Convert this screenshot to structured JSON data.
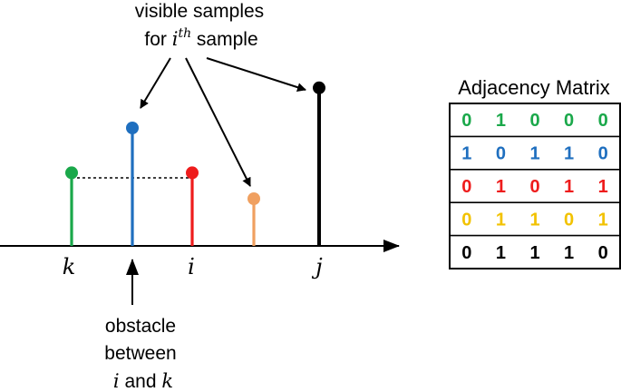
{
  "diagram": {
    "top_annotation": {
      "line1": "visible samples",
      "line2_prefix": "for ",
      "line2_var": "i",
      "line2_sup": "th",
      "line2_suffix": " sample"
    },
    "bottom_annotation": {
      "line1": "obstacle",
      "line2": "between",
      "line3_a": "i",
      "line3_and": " and ",
      "line3_b": "k"
    },
    "axis_labels": {
      "k": "k",
      "i": "i",
      "j": "j"
    },
    "stems": [
      {
        "id": "k",
        "value": 0.62,
        "color": "#1aa84a"
      },
      {
        "id": "obstacle",
        "value": 1.0,
        "color": "#1f6fbf"
      },
      {
        "id": "i",
        "value": 0.62,
        "color": "#ee1c1c"
      },
      {
        "id": "orange",
        "value": 0.4,
        "color": "#f0a060"
      },
      {
        "id": "j",
        "value": 1.34,
        "color": "#000000"
      }
    ]
  },
  "matrix": {
    "title": "Adjacency Matrix",
    "rows": [
      {
        "color": "#1aa84a",
        "cells": [
          "0",
          "1",
          "0",
          "0",
          "0"
        ]
      },
      {
        "color": "#1f6fbf",
        "cells": [
          "1",
          "0",
          "1",
          "1",
          "0"
        ]
      },
      {
        "color": "#ee1c1c",
        "cells": [
          "0",
          "1",
          "0",
          "1",
          "1"
        ]
      },
      {
        "color": "#f2c200",
        "cells": [
          "0",
          "1",
          "1",
          "0",
          "1"
        ]
      },
      {
        "color": "#000000",
        "cells": [
          "0",
          "1",
          "1",
          "1",
          "0"
        ]
      }
    ]
  }
}
